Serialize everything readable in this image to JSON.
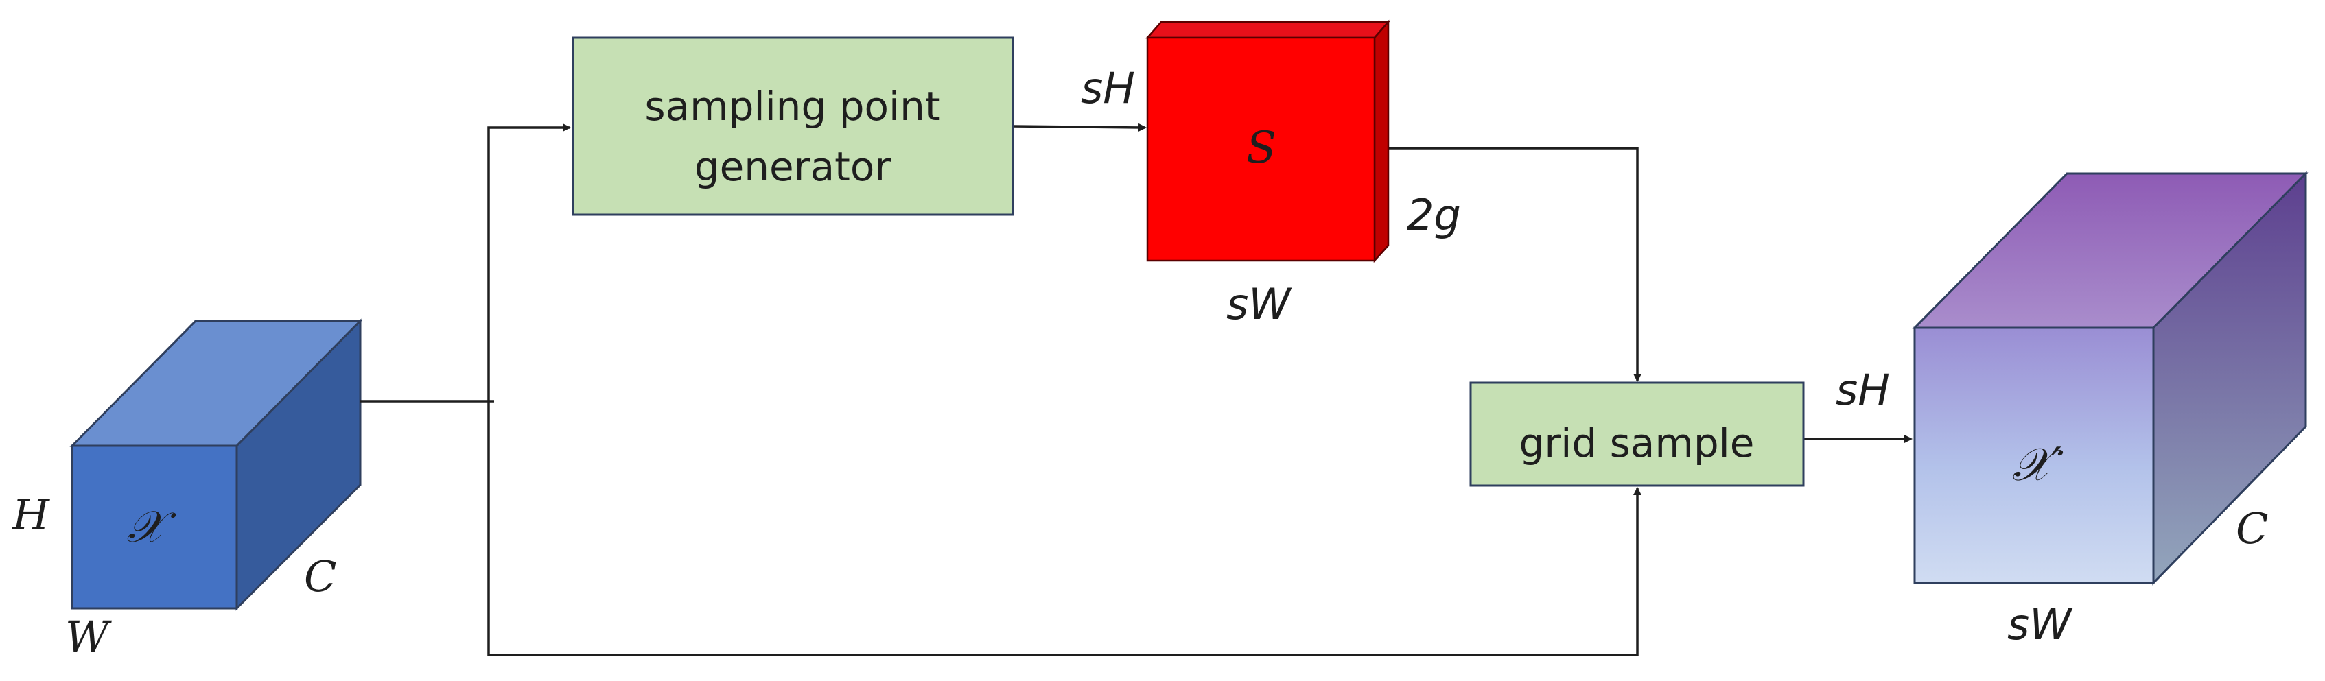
{
  "diagram": {
    "input_tensor": {
      "symbol": "𝒳",
      "height_label": "H",
      "width_label": "W",
      "channel_label": "C"
    },
    "generator_box": {
      "line1": "sampling point",
      "line2": "generator"
    },
    "sampling_tensor": {
      "symbol": "S",
      "height_label": "sH",
      "width_label": "sW",
      "depth_label": "2g"
    },
    "grid_sample_box": {
      "label": "grid sample"
    },
    "output_tensor": {
      "symbol": "𝒳′",
      "height_label": "sH",
      "width_label": "sW",
      "channel_label": "C"
    }
  },
  "colors": {
    "box_fill": "#c6e0b4",
    "box_stroke": "#2f3f5e",
    "input_front": "#4472c4",
    "input_top": "#6a8fd0",
    "input_side": "#365b9c",
    "sampling_front": "#ff0000",
    "sampling_top": "#e8101a",
    "sampling_side": "#c00000",
    "output_top_a": "#8e5bb5",
    "output_top_b": "#a98dcc",
    "output_front_a": "#9a8ed4",
    "output_front_b": "#c9d6ef",
    "output_side_a": "#5d3f8f",
    "output_side_b": "#8ea0b8"
  }
}
